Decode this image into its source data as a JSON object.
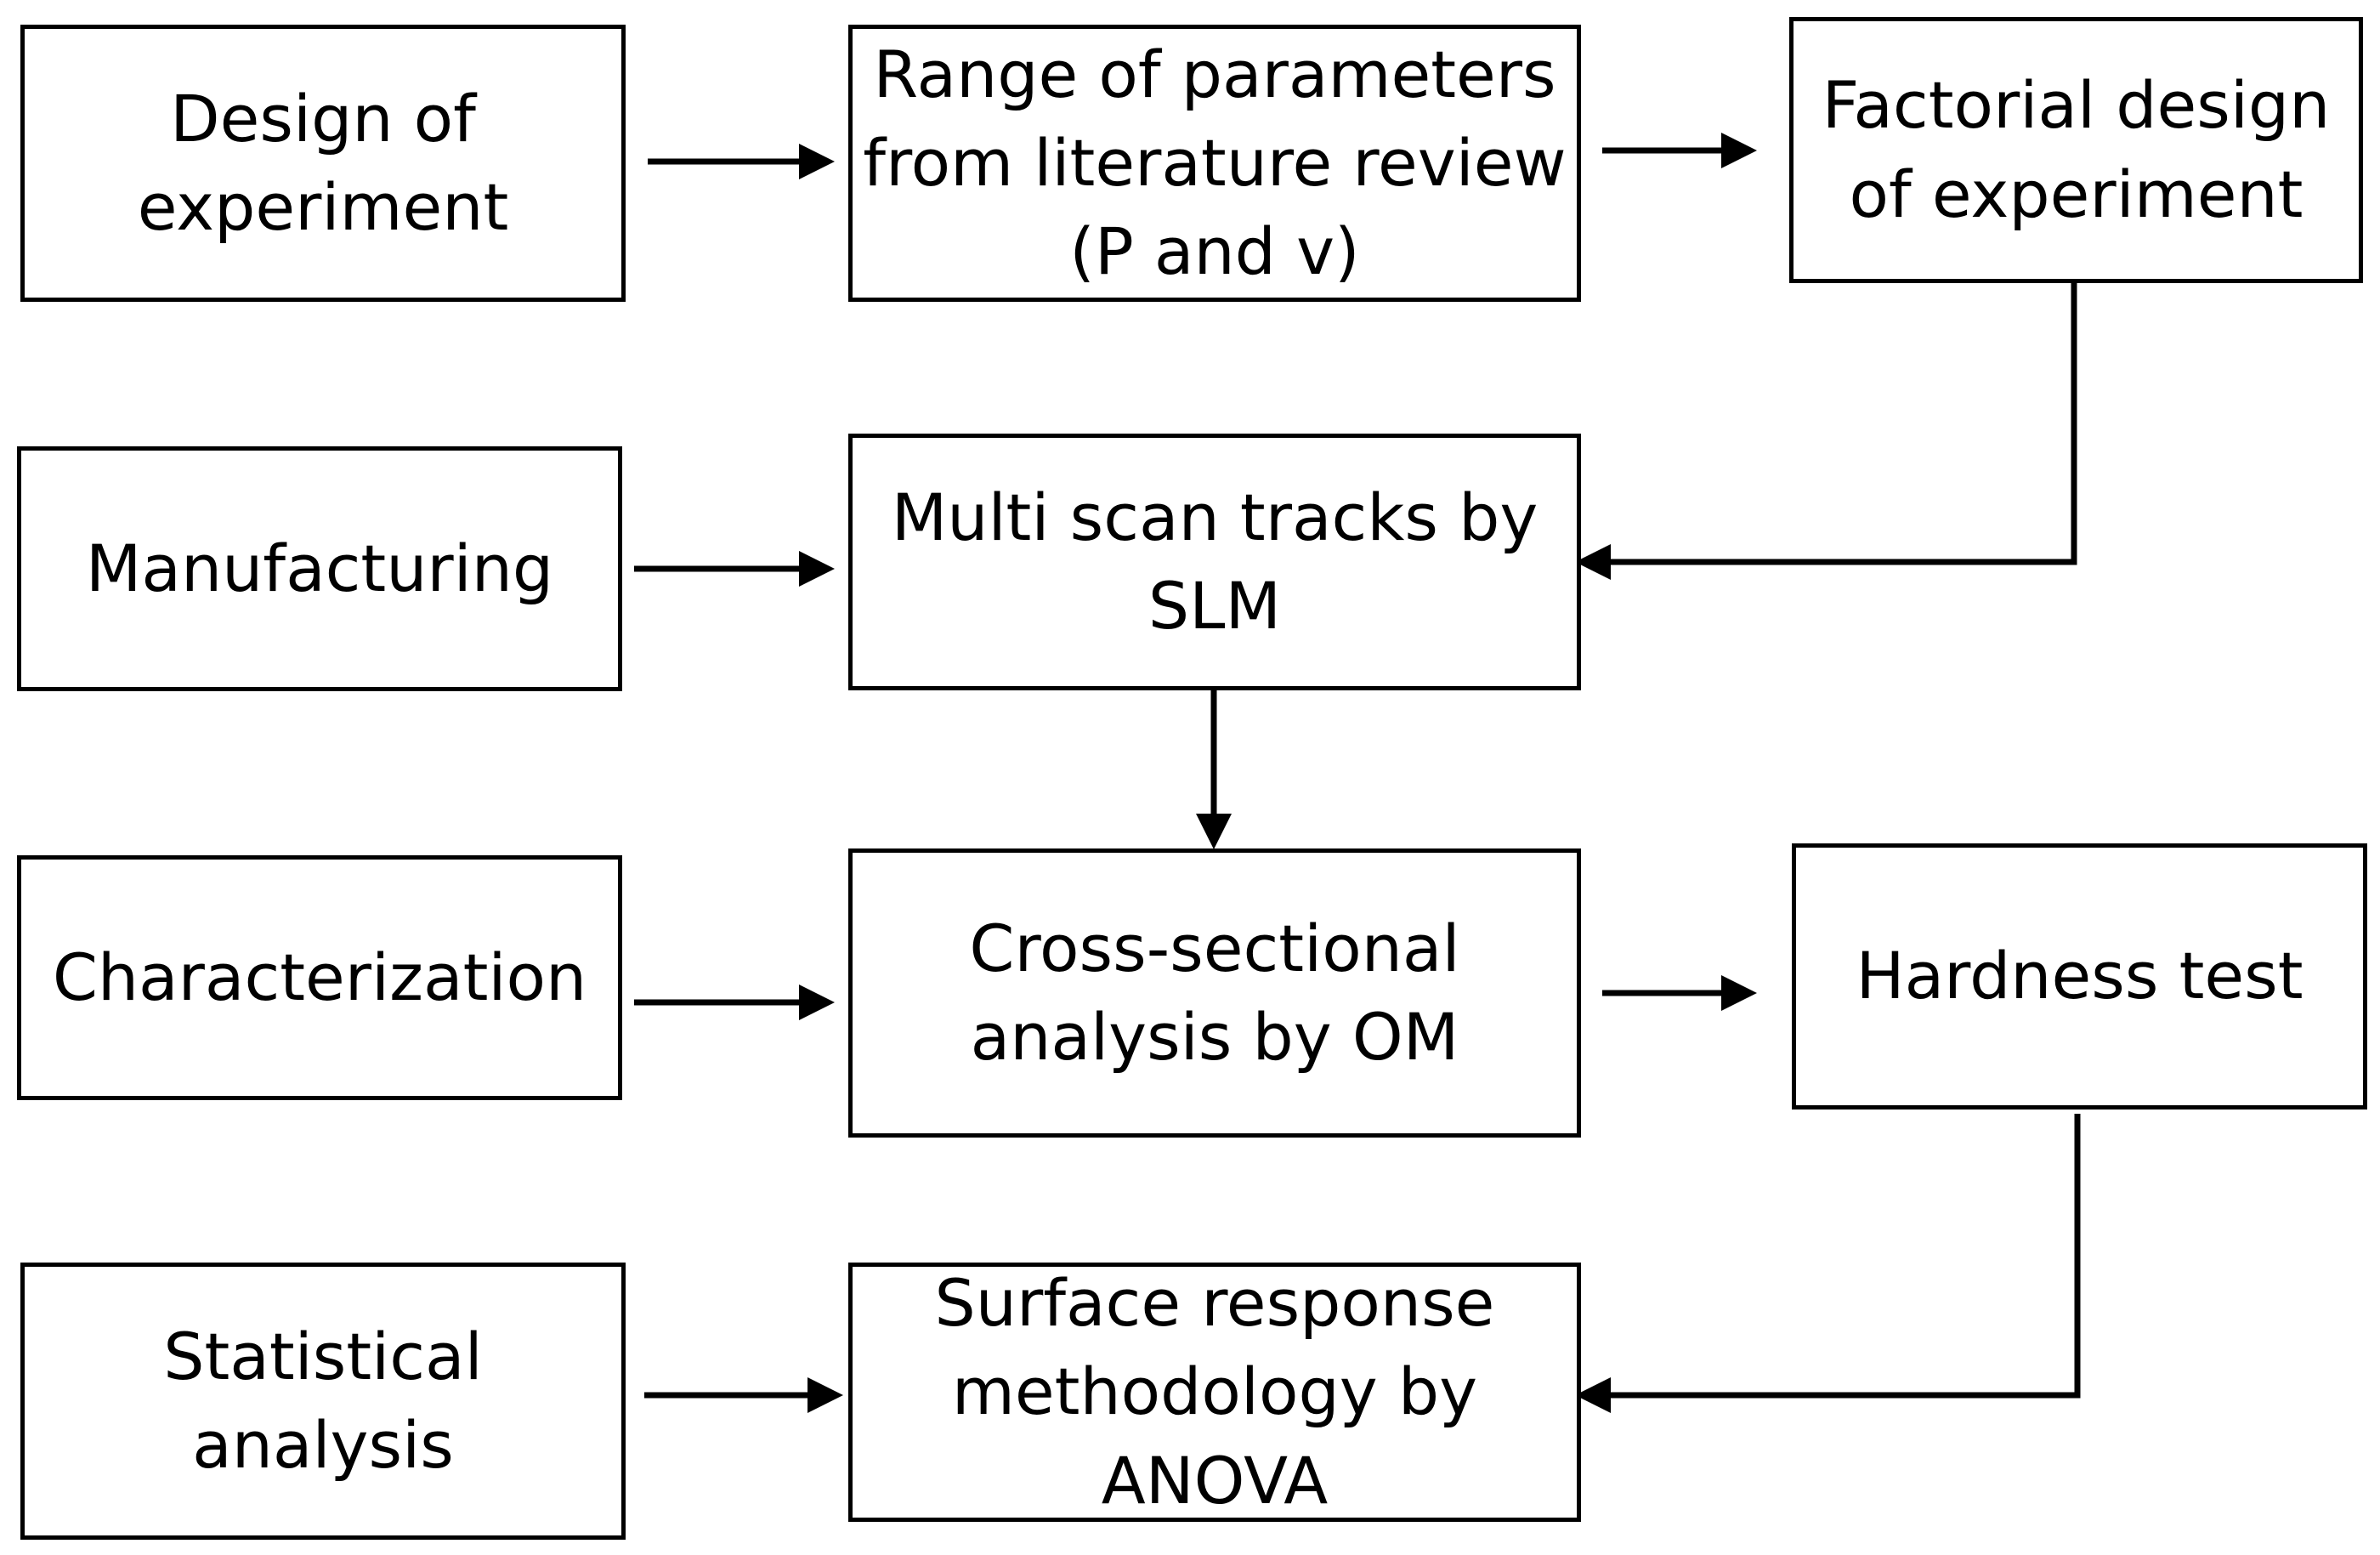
{
  "diagram": {
    "stages": [
      {
        "id": "design",
        "label": "Design of\nexperiment"
      },
      {
        "id": "manufacturing",
        "label": "Manufacturing"
      },
      {
        "id": "characterization",
        "label": "Characterization"
      },
      {
        "id": "statistical",
        "label": "Statistical\nanalysis"
      }
    ],
    "steps": [
      {
        "id": "range",
        "label": "Range of parameters\nfrom literature review\n(P and v)"
      },
      {
        "id": "factorial",
        "label": "Factorial design\nof experiment"
      },
      {
        "id": "multiscan",
        "label": "Multi scan tracks by\nSLM"
      },
      {
        "id": "cross",
        "label": "Cross-sectional\nanalysis by OM"
      },
      {
        "id": "hardness",
        "label": "Hardness test"
      },
      {
        "id": "surface",
        "label": "Surface response\nmethodology by\nANOVA"
      }
    ],
    "connections": [
      {
        "from": "design",
        "to": "range"
      },
      {
        "from": "range",
        "to": "factorial"
      },
      {
        "from": "factorial",
        "to": "multiscan"
      },
      {
        "from": "manufacturing",
        "to": "multiscan"
      },
      {
        "from": "multiscan",
        "to": "cross"
      },
      {
        "from": "characterization",
        "to": "cross"
      },
      {
        "from": "cross",
        "to": "hardness"
      },
      {
        "from": "hardness",
        "to": "surface"
      },
      {
        "from": "statistical",
        "to": "surface"
      }
    ],
    "colors": {
      "stroke": "#000000",
      "fill": "#ffffff",
      "text": "#000000"
    }
  }
}
